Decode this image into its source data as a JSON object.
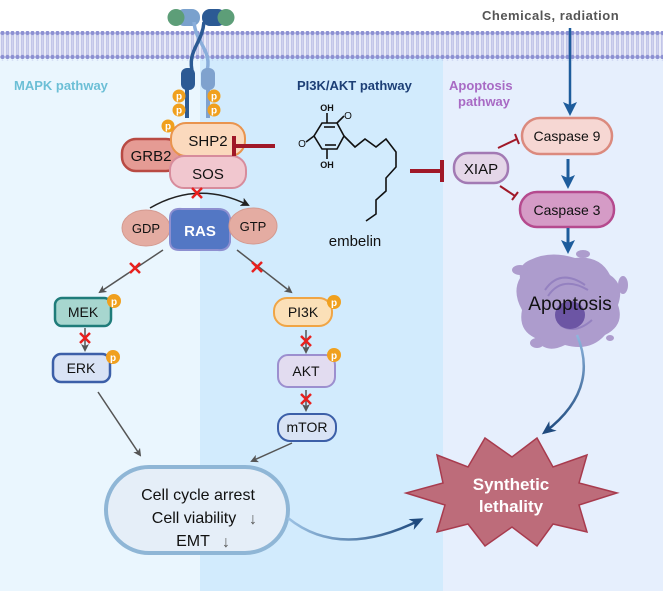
{
  "header": {
    "stimulus_label": "Chemicals, radiation"
  },
  "pathways": {
    "mapk": "MAPK pathway",
    "pi3k": "PI3K/AKT pathway",
    "apoptosis_line1": "Apoptosis",
    "apoptosis_line2": "pathway"
  },
  "colors": {
    "mapk_bg": "#eaf6fe",
    "pi3k_bg": "#d2ebfd",
    "apoptosis_bg": "#e6effd",
    "mapk_title": "#6cbfd6",
    "pi3k_title": "#1d3f76",
    "apoptosis_title": "#a86ac4",
    "inhibit": "#a01828",
    "activate_arrow": "#1d5c9c",
    "phospho": "#f0a01e",
    "block_x": "#e8201e"
  },
  "receptor": {
    "phospho_label": "p"
  },
  "proteins": {
    "shp2": "SHP2",
    "grb2": "GRB2",
    "sos": "SOS",
    "gdp": "GDP",
    "ras": "RAS",
    "gtp": "GTP",
    "mek": "MEK",
    "erk": "ERK",
    "pi3k": "PI3K",
    "akt": "AKT",
    "mtor": "mTOR",
    "xiap": "XIAP",
    "caspase9": "Caspase 9",
    "caspase3": "Caspase 3"
  },
  "compound": {
    "name": "embelin",
    "oh_top": "OH",
    "oh_bottom": "OH",
    "o_right": "O",
    "o_left": "O"
  },
  "outcomes": {
    "apoptosis": "Apoptosis",
    "cell_cycle_arrest": "Cell cycle arrest",
    "cell_viability": "Cell viability",
    "emt": "EMT",
    "down_arrow": "↓",
    "synthetic_line1": "Synthetic",
    "synthetic_line2": "lethality"
  }
}
